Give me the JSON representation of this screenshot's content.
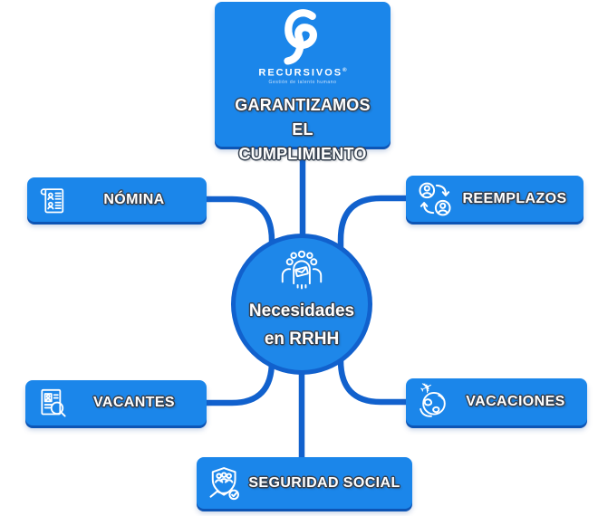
{
  "header_node": {
    "logo": {
      "brand": "RECURSIVOS",
      "registered": "®",
      "tagline": "Gestión de talento humano"
    },
    "title_line1": "GARANTIZAMOS EL",
    "title_line2": "CUMPLIMIENTO"
  },
  "center_node": {
    "icon": "team-icon",
    "line1": "Necesidades",
    "line2": "en RRHH"
  },
  "branch_nodes": [
    {
      "label": "NÓMINA",
      "icon": "payroll-scroll-icon",
      "position": "top-left"
    },
    {
      "label": "REEMPLAZOS",
      "icon": "user-replacement-icon",
      "position": "top-right"
    },
    {
      "label": "VACANTES",
      "icon": "resume-search-icon",
      "position": "bottom-left"
    },
    {
      "label": "VACACIONES",
      "icon": "globe-airplane-icon",
      "position": "bottom-right"
    },
    {
      "label": "SEGURIDAD SOCIAL",
      "icon": "shield-people-check-icon",
      "position": "bottom-center"
    }
  ],
  "icons": {
    "vacaciones_plane": "✈"
  },
  "colors": {
    "node_blue": "#1b86ea",
    "hub_blue": "#1e87e9",
    "connector_blue": "#1161cd",
    "box_shadow_blue": "#0d55b5",
    "text_white": "#ffffff",
    "text_outline": "#35404f",
    "background": "#ffffff"
  }
}
